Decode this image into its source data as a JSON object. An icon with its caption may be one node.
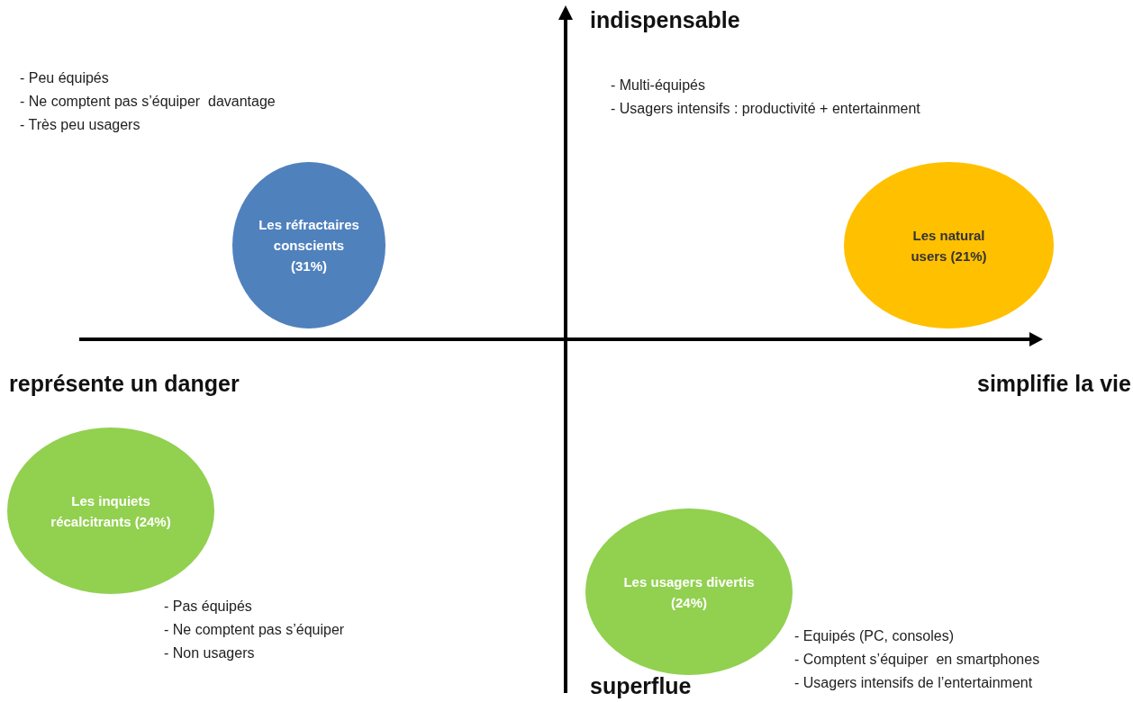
{
  "diagram": {
    "nodes": [
      {
        "text": [
          "Les réfractaires conscients (31%)"
        ],
        "beside": [
          "- Peu équipés",
          "- Ne comptent pas s’équiper  davantage",
          "- Très peu usagers"
        ]
      },
      {
        "text": [
          "Les natural users (21%)"
        ],
        "beside": [
          "- Multi-équipés",
          "- Usagers intensifs : productivité + entertainment"
        ]
      },
      {
        "text": [
          "Les inquiets récalcitrants (24%)"
        ],
        "beside": [
          "- Pas équipés",
          "- Ne comptent pas s’équiper",
          "- Non usagers"
        ]
      },
      {
        "text": [
          "Les usagers divertis (24%)"
        ],
        "beside": [
          "- Equipés (PC, consoles)",
          "- Comptent s’équiper  en smartphones",
          "- Usagers intensifs de l’entertainment"
        ]
      }
    ],
    "labels": [
      "indispensable",
      "représente un danger",
      "simplifie la vie",
      "superflue"
    ]
  }
}
